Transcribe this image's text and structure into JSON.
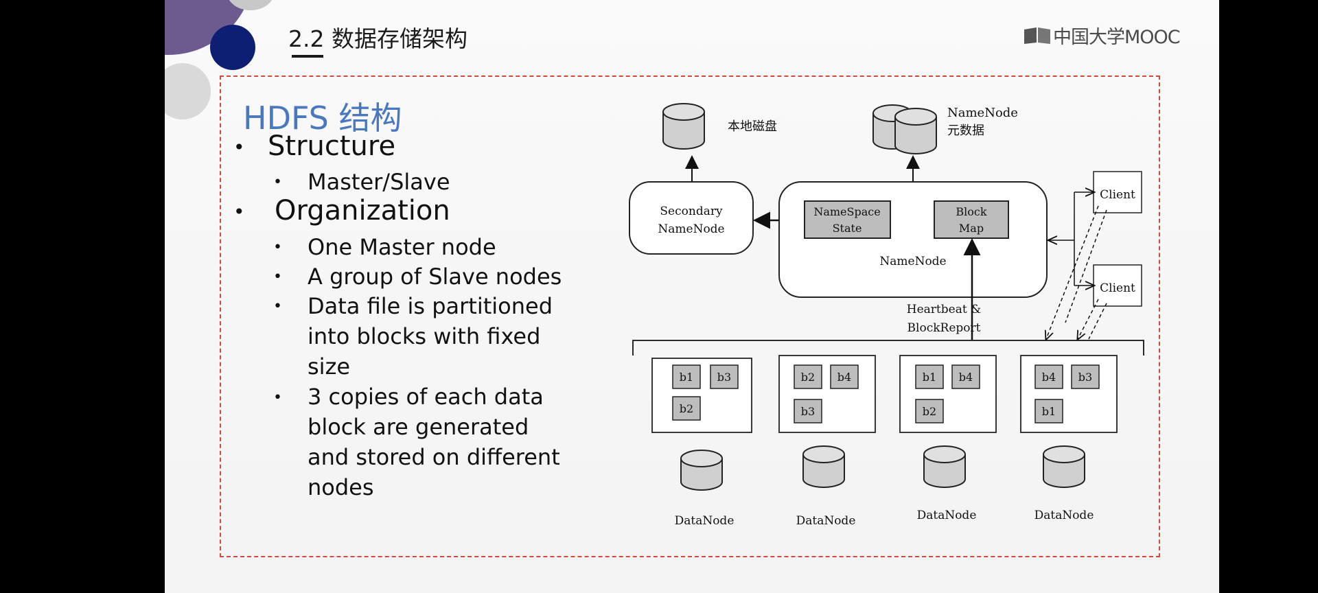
{
  "slide": {
    "title": "2.2 数据存储架构",
    "logo_text": "中国大学MOOC"
  },
  "content": {
    "heading": "HDFS 结构",
    "bullets": [
      {
        "label": "Structure",
        "sub": [
          "Master/Slave"
        ]
      },
      {
        "label": "Organization",
        "sub": [
          [
            "One Master node"
          ],
          [
            "A group of Slave nodes"
          ],
          [
            "Data file is partitioned",
            "into blocks with fixed",
            "size"
          ],
          [
            "3 copies of each data",
            "block are generated",
            "and stored on different",
            "nodes"
          ]
        ]
      }
    ]
  },
  "diagram": {
    "local_disk_label": "本地磁盘",
    "namenode_metadata_label": [
      "NameNode",
      "元数据"
    ],
    "secondary_namenode_label": [
      "Secondary",
      "NameNode"
    ],
    "namespace_state_label": [
      "NameSpace",
      "State"
    ],
    "block_map_label": [
      "Block",
      "Map"
    ],
    "namenode_label": "NameNode",
    "heartbeat_label": [
      "Heartbeat &",
      "BlockReport"
    ],
    "clients": [
      "Client",
      "Client"
    ],
    "datanodes": [
      {
        "label": "DataNode",
        "blocks": [
          "b1",
          "b3",
          "b2"
        ]
      },
      {
        "label": "DataNode",
        "blocks": [
          "b2",
          "b4",
          "b3"
        ]
      },
      {
        "label": "DataNode",
        "blocks": [
          "b1",
          "b4",
          "b2"
        ]
      },
      {
        "label": "DataNode",
        "blocks": [
          "b4",
          "b3",
          "b1"
        ]
      }
    ]
  },
  "colors": {
    "frame": "#d24a3c",
    "heading": "#4a78c0",
    "block_fill": "#bdbdbd"
  }
}
